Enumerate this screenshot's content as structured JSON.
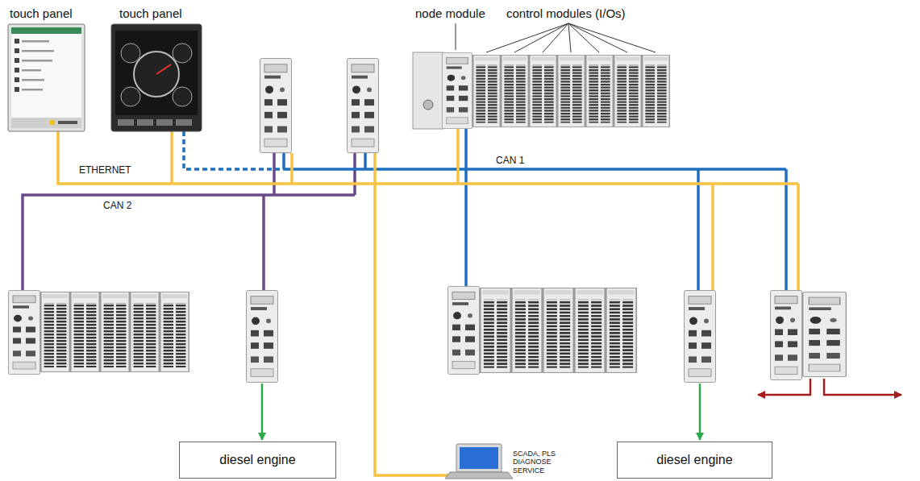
{
  "diagram": {
    "nodes": [
      {
        "text": [
          "diesel engine"
        ]
      },
      {
        "text": [
          "diesel engine"
        ]
      }
    ],
    "labels": [
      "touch panel",
      "touch panel",
      "node module",
      "control modules (I/Os)",
      "ETHERNET",
      "CAN 1",
      "CAN 2",
      "SCADA, PLS DIAGNOSE SERVICE"
    ]
  }
}
